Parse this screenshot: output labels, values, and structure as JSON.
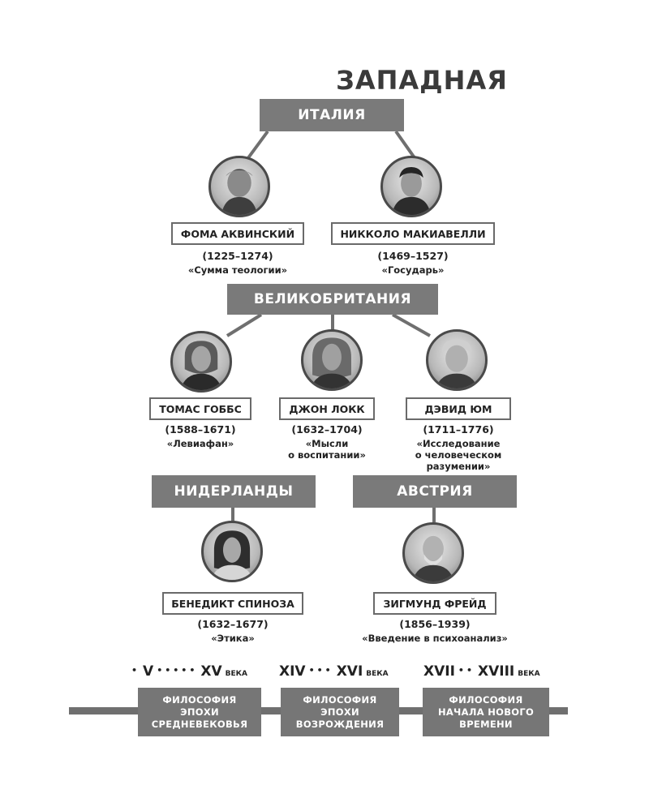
{
  "title": "ЗАПАДНАЯ",
  "countries": {
    "italy": "ИТАЛИЯ",
    "britain": "ВЕЛИКОБРИТАНИЯ",
    "netherlands": "НИДЕРЛАНДЫ",
    "austria": "АВСТРИЯ"
  },
  "philosophers": {
    "aquinas": {
      "name": "ФОМА АКВИНСКИЙ",
      "years": "(1225–1274)",
      "work": "«Сумма теологии»"
    },
    "machiavelli": {
      "name": "НИККОЛО МАКИАВЕЛЛИ",
      "years": "(1469–1527)",
      "work": "«Государь»"
    },
    "hobbes": {
      "name": "ТОМАС ГОББС",
      "years": "(1588–1671)",
      "work": "«Левиафан»"
    },
    "locke": {
      "name": "ДЖОН ЛОКК",
      "years": "(1632–1704)",
      "work_lines": [
        "«Мысли",
        "о воспитании»"
      ]
    },
    "hume": {
      "name": "ДЭВИД ЮМ",
      "years": "(1711–1776)",
      "work_lines": [
        "«Исследование",
        "о человеческом",
        "разумении»"
      ]
    },
    "spinoza": {
      "name": "БЕНЕДИКТ СПИНОЗА",
      "years": "(1632–1677)",
      "work": "«Этика»"
    },
    "freud": {
      "name": "ЗИГМУНД ФРЕЙД",
      "years": "(1856–1939)",
      "work": "«Введение в психоанализ»"
    }
  },
  "timeline": {
    "centuries": [
      {
        "from": "V",
        "to": "XV",
        "suffix": "ВЕКА"
      },
      {
        "from": "XIV",
        "to": "XVI",
        "suffix": "ВЕКА"
      },
      {
        "from": "XVII",
        "to": "XVIII",
        "suffix": "ВЕКА"
      }
    ],
    "eras": [
      {
        "lines": [
          "ФИЛОСОФИЯ",
          "ЭПОХИ",
          "СРЕДНЕВЕКОВЬЯ"
        ]
      },
      {
        "lines": [
          "ФИЛОСОФИЯ",
          "ЭПОХИ",
          "ВОЗРОЖДЕНИЯ"
        ]
      },
      {
        "lines": [
          "ФИЛОСОФИЯ",
          "НАЧАЛА НОВОГО",
          "ВРЕМЕНИ"
        ]
      }
    ]
  },
  "colors": {
    "box": "#7a7a7a",
    "line": "#6f6f6f"
  }
}
